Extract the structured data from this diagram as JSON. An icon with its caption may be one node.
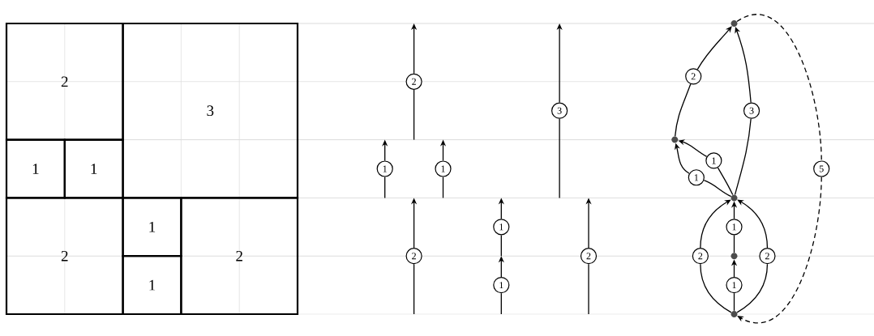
{
  "diagram": {
    "nodes": [
      {
        "text": [
          "2"
        ]
      },
      {
        "text": [
          "3"
        ]
      },
      {
        "text": [
          "1"
        ]
      },
      {
        "text": [
          "1"
        ]
      },
      {
        "text": [
          "2"
        ]
      },
      {
        "text": [
          "1"
        ]
      },
      {
        "text": [
          "2"
        ]
      },
      {
        "text": [
          "1"
        ]
      },
      {
        "text": [
          "2"
        ]
      },
      {
        "text": [
          "3"
        ]
      },
      {
        "text": [
          "1"
        ]
      },
      {
        "text": [
          "1"
        ]
      },
      {
        "text": [
          "1"
        ]
      },
      {
        "text": [
          "2"
        ]
      },
      {
        "text": [
          "2"
        ]
      },
      {
        "text": [
          "1"
        ]
      },
      {
        "text": [],
        "shape": "circle"
      },
      {
        "text": [
          "2"
        ]
      },
      {
        "text": [
          "3"
        ]
      },
      {
        "text": [],
        "shape": "circle"
      },
      {
        "text": [
          "1"
        ]
      },
      {
        "text": [
          "5"
        ]
      },
      {
        "text": [
          "1"
        ]
      },
      {
        "text": [],
        "shape": "circle"
      },
      {
        "text": [
          "1"
        ]
      },
      {
        "text": [
          "2"
        ]
      },
      {
        "text": [],
        "shape": "circle"
      },
      {
        "text": [
          "2"
        ]
      },
      {
        "text": [
          "1"
        ]
      },
      {
        "text": [],
        "shape": "circle"
      }
    ],
    "edges": [
      {
        "from": null,
        "to": 8,
        "arrow": "none"
      },
      {
        "from": 8,
        "to": null,
        "arrow": "to"
      },
      {
        "from": null,
        "to": 9,
        "arrow": "none"
      },
      {
        "from": 9,
        "to": null,
        "arrow": "to"
      },
      {
        "from": null,
        "to": 10,
        "arrow": "none"
      },
      {
        "from": 10,
        "to": null,
        "arrow": "to"
      },
      {
        "from": null,
        "to": 11,
        "arrow": "none"
      },
      {
        "from": 11,
        "to": null,
        "arrow": "to"
      },
      {
        "from": null,
        "to": 12,
        "arrow": "none"
      },
      {
        "from": 12,
        "to": null,
        "arrow": "to"
      },
      {
        "from": null,
        "to": 13,
        "arrow": "none"
      },
      {
        "from": 13,
        "to": null,
        "arrow": "to"
      },
      {
        "from": null,
        "to": 14,
        "arrow": "none"
      },
      {
        "from": 14,
        "to": null,
        "arrow": "to"
      },
      {
        "from": null,
        "to": 15,
        "arrow": "none"
      },
      {
        "from": 15,
        "to": null,
        "arrow": "to"
      },
      {
        "from": 29,
        "to": 28,
        "arrow": "none"
      },
      {
        "from": 28,
        "to": 26,
        "arrow": "to"
      },
      {
        "from": 26,
        "to": 24,
        "arrow": "none"
      },
      {
        "from": 24,
        "to": 23,
        "arrow": "to"
      },
      {
        "from": 29,
        "to": 25,
        "arrow": "none"
      },
      {
        "from": 25,
        "to": 23,
        "arrow": "to"
      },
      {
        "from": 29,
        "to": 27,
        "arrow": "none"
      },
      {
        "from": 27,
        "to": 23,
        "arrow": "to"
      },
      {
        "from": 23,
        "to": 22,
        "arrow": "none"
      },
      {
        "from": 22,
        "to": 19,
        "arrow": "to"
      },
      {
        "from": 23,
        "to": 20,
        "arrow": "none"
      },
      {
        "from": 20,
        "to": 19,
        "arrow": "to"
      },
      {
        "from": 23,
        "to": 18,
        "arrow": "none"
      },
      {
        "from": 18,
        "to": 16,
        "arrow": "to"
      },
      {
        "from": 19,
        "to": 17,
        "arrow": "none"
      },
      {
        "from": 17,
        "to": 16,
        "arrow": "to"
      },
      {
        "from": 16,
        "to": 21,
        "arrow": "none",
        "style": "dashed"
      },
      {
        "from": 21,
        "to": 29,
        "arrow": "to",
        "style": "dashed"
      }
    ]
  }
}
